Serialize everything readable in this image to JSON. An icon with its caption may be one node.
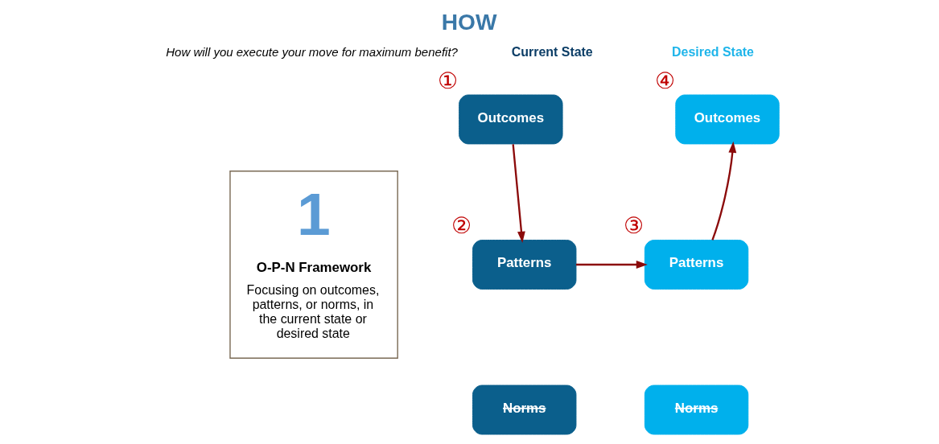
{
  "diagram": {
    "title": "HOW",
    "nodes": [
      {
        "text": [
          "1",
          "O-P-N Framework",
          "Focusing on outcomes, patterns, or norms, in the current state or desired state"
        ]
      },
      {
        "text": [
          "Outcomes"
        ],
        "beside": [
          "①"
        ]
      },
      {
        "text": [
          "Patterns"
        ],
        "beside": [
          "②"
        ]
      },
      {
        "text": [
          "Norms"
        ]
      },
      {
        "text": [
          "Outcomes"
        ],
        "beside": [
          "④"
        ]
      },
      {
        "text": [
          "Patterns"
        ],
        "beside": [
          "③"
        ]
      },
      {
        "text": [
          "Norms"
        ]
      }
    ],
    "edges": [
      {
        "from": 1,
        "to": 2,
        "arrow": "to"
      },
      {
        "from": 2,
        "to": 5,
        "arrow": "to"
      },
      {
        "from": 5,
        "to": 4,
        "arrow": "to"
      }
    ],
    "labels": [
      "How will you execute your move for maximum benefit?",
      "Current State",
      "Desired State"
    ]
  }
}
